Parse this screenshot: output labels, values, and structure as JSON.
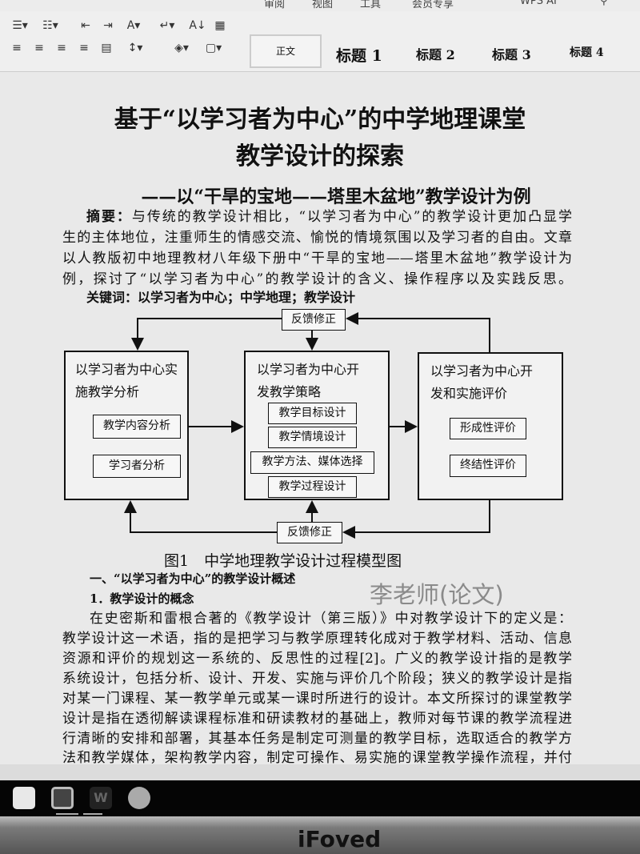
{
  "menu": [
    "审阅",
    "视图",
    "工具",
    "会员专享",
    "WPS AI"
  ],
  "styles": {
    "normal": "正文",
    "h1": "标题 1",
    "h2": "标题 2",
    "h3": "标题 3",
    "h4": "标题 4"
  },
  "title": {
    "line1": "基于“以学习者为中心”的中学地理课堂",
    "line2": "教学设计的探索",
    "subtitle": "——以“干旱的宝地——塔里木盆地”教学设计为例"
  },
  "abstract": {
    "label": "摘要：",
    "lines": [
      "与传统的教学设计相比，“以学习者为中心”的教学设计更加凸显学",
      "生的主体地位，注重师生的情感交流、愉悦的情境氛围以及学习者的自由。文章",
      "以人教版初中地理教材八年级下册中“干旱的宝地——塔里木盆地”教学设计为",
      "例，探讨了“以学习者为中心”的教学设计的含义、操作程序以及实践反思。"
    ]
  },
  "keywords": {
    "label": "关键词：",
    "text": "以学习者为中心；中学地理；教学设计"
  },
  "diagram": {
    "feedback_top": "反馈修正",
    "feedback_bottom": "反馈修正",
    "left": {
      "title1": "以学习者为中心实",
      "title2": "施教学分析",
      "items": [
        "教学内容分析",
        "学习者分析"
      ]
    },
    "middle": {
      "title1": "以学习者为中心开",
      "title2": "发教学策略",
      "items": [
        "教学目标设计",
        "教学情境设计",
        "教学方法、媒体选择",
        "教学过程设计"
      ]
    },
    "right": {
      "title1": "以学习者为中心开",
      "title2": "发和实施评价",
      "items": [
        "形成性评价",
        "终结性评价"
      ]
    },
    "caption": "图1　中学地理教学设计过程模型图"
  },
  "section1": "一、“以学习者为中心”的教学设计概述",
  "section1_1": "1．教学设计的概念",
  "watermark": "李老师(论文)",
  "body": [
    "在史密斯和雷根合著的《教学设计（第三版）》中对教学设计下的定义是：",
    "教学设计这一术语，指的是把学习与教学原理转化成对于教学材料、活动、信息",
    "资源和评价的规划这一系统的、反思性的过程[2]。广义的教学设计指的是教学",
    "系统设计，包括分析、设计、开发、实施与评价几个阶段；狭义的教学设计是指",
    "对某一门课程、某一教学单元或某一课时所进行的设计。本文所探讨的课堂教学",
    "设计是指在透彻解读课程标准和研读教材的基础上，教师对每节课的教学流程进",
    "行清晰的安排和部署，其基本任务是制定可测量的教学目标，选取适合的教学方",
    "法和教学媒体，架构教学内容，制定可操作、易实施的课堂教学操作流程，并付"
  ],
  "bezel_logo": "iFoved"
}
